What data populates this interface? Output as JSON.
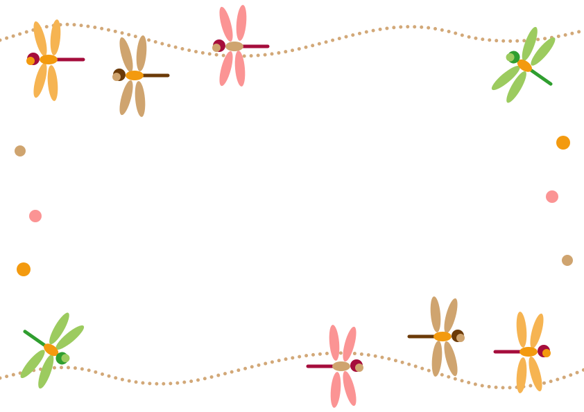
{
  "palette": {
    "background": "#ffffff",
    "dots": "#d2a878",
    "orange": "#f39a0f",
    "light_orange": "#f6b452",
    "tan": "#cfa46f",
    "pink": "#fb9494",
    "light_green": "#9ccb5f",
    "green": "#2f9e2f",
    "crimson": "#a50d3c",
    "brown": "#6b3a08"
  },
  "decorations": {
    "dragonfly_count": 8,
    "dragonflies": [
      {
        "name": "dragonfly-orange-top-left",
        "wing_color": "light_orange",
        "tail_color": "crimson",
        "body_color": "orange",
        "head_color": "crimson",
        "eye_color": "orange"
      },
      {
        "name": "dragonfly-tan-top",
        "wing_color": "tan",
        "tail_color": "brown",
        "body_color": "orange",
        "head_color": "brown",
        "eye_color": "tan"
      },
      {
        "name": "dragonfly-pink-top",
        "wing_color": "pink",
        "tail_color": "crimson",
        "body_color": "tan",
        "head_color": "crimson",
        "eye_color": "tan"
      },
      {
        "name": "dragonfly-green-top-right",
        "wing_color": "light_green",
        "tail_color": "green",
        "body_color": "orange",
        "head_color": "green",
        "eye_color": "light_green"
      },
      {
        "name": "dragonfly-green-bottom-left",
        "wing_color": "light_green",
        "tail_color": "green",
        "body_color": "orange",
        "head_color": "green",
        "eye_color": "light_green"
      },
      {
        "name": "dragonfly-pink-bottom",
        "wing_color": "pink",
        "tail_color": "crimson",
        "body_color": "tan",
        "head_color": "crimson",
        "eye_color": "tan"
      },
      {
        "name": "dragonfly-tan-bottom",
        "wing_color": "tan",
        "tail_color": "brown",
        "body_color": "orange",
        "head_color": "brown",
        "eye_color": "tan"
      },
      {
        "name": "dragonfly-orange-bottom-right",
        "wing_color": "light_orange",
        "tail_color": "crimson",
        "body_color": "orange",
        "head_color": "crimson",
        "eye_color": "orange"
      }
    ],
    "dots": [
      {
        "name": "dot-left-tan",
        "color": "tan"
      },
      {
        "name": "dot-left-pink",
        "color": "pink"
      },
      {
        "name": "dot-left-orange",
        "color": "orange"
      },
      {
        "name": "dot-right-orange",
        "color": "orange"
      },
      {
        "name": "dot-right-pink",
        "color": "pink"
      },
      {
        "name": "dot-right-tan",
        "color": "tan"
      }
    ]
  }
}
